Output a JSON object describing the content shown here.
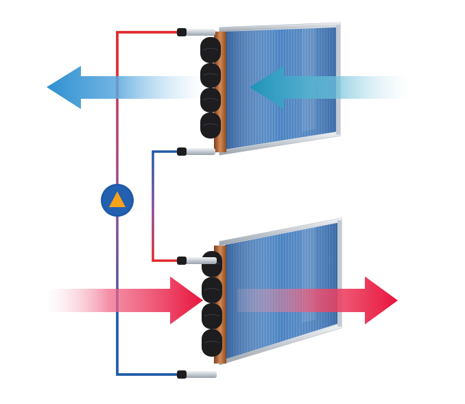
{
  "diagram": {
    "colors": {
      "background": "#ffffff",
      "hot_pipe": "#e0292c",
      "cold_pipe": "#1f5aa8",
      "cool_air": "#2d8fd0",
      "cool_air_inner": "#1e93b8",
      "warm_air": "#e8143c",
      "coil_fin": "#3f78b8",
      "coil_frame": "#c9d0d8",
      "pump_ring": "#1f5aa8",
      "pump_triangle": "#f5a31a"
    },
    "icons": {
      "pump": "pump-icon",
      "top_coil": "heat-exchanger-icon",
      "bottom_coil": "heat-exchanger-icon"
    },
    "airflows": [
      {
        "id": "exhaust-in",
        "direction": "left",
        "temperature": "cool"
      },
      {
        "id": "exhaust-out",
        "direction": "left",
        "temperature": "cool"
      },
      {
        "id": "supply-in",
        "direction": "right",
        "temperature": "warm"
      },
      {
        "id": "supply-out",
        "direction": "right",
        "temperature": "warm"
      }
    ]
  }
}
